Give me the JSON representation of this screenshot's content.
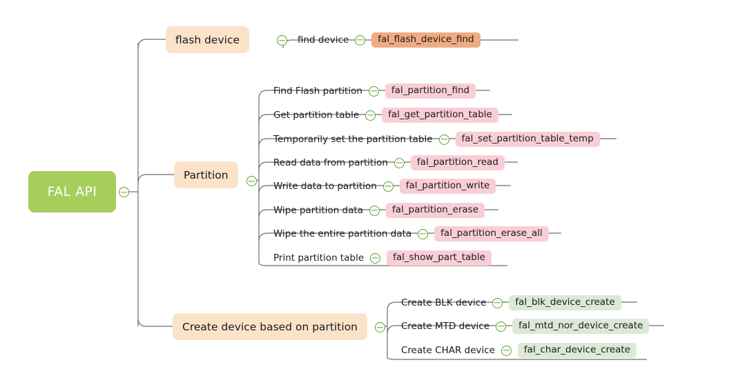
{
  "diagram": {
    "type": "mindmap",
    "title": "FAL API",
    "colors": {
      "root_fill": "#a6ce5b",
      "root_text": "#ffffff",
      "category_fill": "#fbe3ca",
      "tag_orange": "#efab81",
      "tag_pink": "#f9ced7",
      "tag_green": "#dce9d5",
      "link_stroke": "#6d6d6d",
      "toggle_stroke": "#5aa02c"
    },
    "root": {
      "label": "FAL API",
      "toggle": "collapse-toggle-icon"
    },
    "branches": [
      {
        "id": "flash-device",
        "label": "flash device",
        "toggle": "collapse-toggle-icon",
        "tag_color": "orange",
        "leaves": [
          {
            "label": "find device",
            "tag": "fal_flash_device_find",
            "toggle": "collapse-toggle-icon"
          }
        ]
      },
      {
        "id": "partition",
        "label": "Partition",
        "toggle": "collapse-toggle-icon",
        "tag_color": "pink",
        "leaves": [
          {
            "label": "Find Flash partition",
            "tag": "fal_partition_find",
            "toggle": "collapse-toggle-icon"
          },
          {
            "label": "Get partition table",
            "tag": "fal_get_partition_table",
            "toggle": "collapse-toggle-icon"
          },
          {
            "label": "Temporarily set the partition table",
            "tag": "fal_set_partition_table_temp",
            "toggle": "collapse-toggle-icon"
          },
          {
            "label": "Read data from partition",
            "tag": "fal_partition_read",
            "toggle": "collapse-toggle-icon"
          },
          {
            "label": "Write data to partition",
            "tag": "fal_partition_write",
            "toggle": "collapse-toggle-icon"
          },
          {
            "label": "Wipe partition data",
            "tag": "fal_partition_erase",
            "toggle": "collapse-toggle-icon"
          },
          {
            "label": "Wipe the entire partition data",
            "tag": "fal_partition_erase_all",
            "toggle": "collapse-toggle-icon"
          },
          {
            "label": "Print partition table",
            "tag": "fal_show_part_table",
            "toggle": "collapse-toggle-icon"
          }
        ]
      },
      {
        "id": "create-device",
        "label": "Create device based on partition",
        "toggle": "collapse-toggle-icon",
        "tag_color": "green",
        "leaves": [
          {
            "label": "Create BLK device",
            "tag": "fal_blk_device_create",
            "toggle": "collapse-toggle-icon"
          },
          {
            "label": "Create MTD device",
            "tag": "fal_mtd_nor_device_create",
            "toggle": "collapse-toggle-icon"
          },
          {
            "label": "Create CHAR device",
            "tag": "fal_char_device_create",
            "toggle": "collapse-toggle-icon"
          }
        ]
      }
    ]
  }
}
